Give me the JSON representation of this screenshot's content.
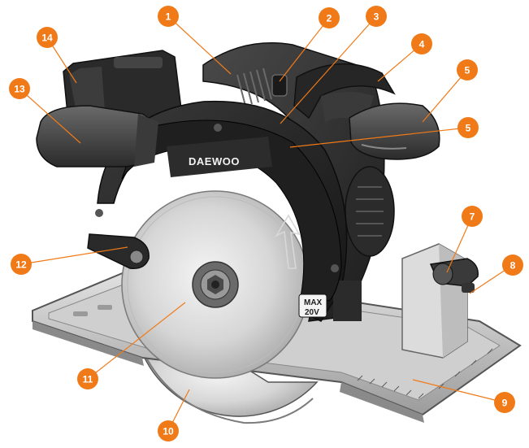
{
  "diagram": {
    "brand_text": "DAEWOO",
    "voltage_label_line1": "MAX",
    "voltage_label_line2": "20V",
    "callout_color": "#f07a18",
    "leader_color": "#f07a18",
    "callouts": [
      "1",
      "2",
      "3",
      "4",
      "5",
      "5",
      "7",
      "8",
      "9",
      "10",
      "11",
      "12",
      "13",
      "14"
    ]
  }
}
